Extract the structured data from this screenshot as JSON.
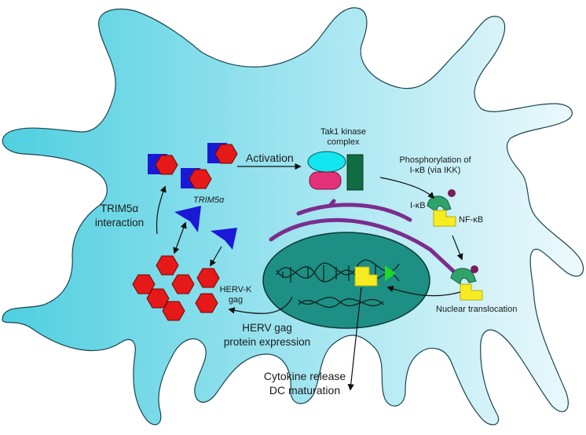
{
  "labels": {
    "activation": "Activation",
    "tak1_line1": "Tak1 kinase",
    "tak1_line2": "complex",
    "phospho_line1": "Phosphorylation of",
    "phospho_line2": "I-κB (via IKK)",
    "ikb": "I-κB",
    "nfkb": "NF-κB",
    "trim5a_line1": "TRIM5α",
    "trim5a_line2": "interaction",
    "trim5a_small": "TRIM5α",
    "hervk_line1": "HERV-K",
    "hervk_line2": "gag",
    "nuclear_translocation": "Nuclear translocation",
    "herv_expr_line1": "HERV gag",
    "herv_expr_line2": "protein expression",
    "cytokine_line1": "Cytokine release",
    "cytokine_line2": "DC maturation"
  },
  "colors": {
    "cell_fill_dark": "#4fcfe0",
    "cell_fill_light": "#eef9fc",
    "cell_outline": "#1a4450",
    "nucleus": "#1e8f84",
    "er": "#7b2d8e",
    "trim5a": "#1a1ad6",
    "gag": "#e61919",
    "tak_cyan": "#12e6ee",
    "tak_pink": "#e5317a",
    "tak_green": "#126b43",
    "ikb": "#2fa36b",
    "nfkb": "#f7ec22",
    "phosphate": "#7a1c5f",
    "promoter": "#1fd62a"
  },
  "icons": [
    "trim5a-gag-complex",
    "herv-gag-hexagon",
    "trim5a-protein",
    "tak1-kinase-complex",
    "ikb-nfkb-complex",
    "endoplasmic-reticulum",
    "nucleus-with-dna"
  ]
}
